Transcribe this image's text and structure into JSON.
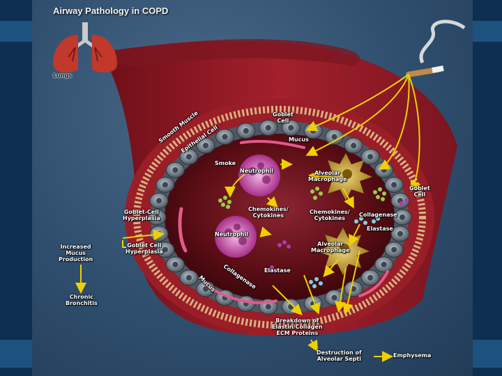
{
  "title": "Airway Pathology in COPD",
  "labels": {
    "lungs": "Lungs",
    "goblet_cell_top": "Goblet\nCell",
    "mucus_top": "Mucus",
    "smooth_muscle": "Smooth Muscle",
    "epithelial_cell": "Epithelial Cell",
    "smoke": "Smoke",
    "neutrophil_top": "Neutrophil",
    "alveolar_macrophage_top": "Alveolar\nMacrophage",
    "goblet_cell_right": "Goblet\nCell",
    "goblet_cell_hyperplasia_left": "Goblet-Cell\nHyperplasia",
    "chemokines_cytokines_left": "Chemokines/\nCytokines",
    "chemokines_cytokines_right": "Chemokines/\nCytokines",
    "collagenase_right": "Collagenase",
    "elastase_right": "Elastase",
    "neutrophil_mid": "Neutrophil",
    "increased_mucus_production": "Increased\nMucus\nProduction",
    "goblet_cell_hyperplasia_mid": "Goblet Cell\nHyperplasia",
    "alveolar_macrophage_mid": "Alveolar\nMacrophage",
    "collagenase_left": "Collagenase",
    "elastase_mid": "Elastase",
    "mucus_bottom": "Mucus",
    "chronic_bronchitis": "Chronic\nBronchitis",
    "breakdown_ecm": "Breakdown of\nElastin/Collagen\nECM Proteins",
    "destruction_alveolar_septi": "Destruction of\nAlveolar Septi",
    "emphysema": "Emphysema"
  },
  "colors": {
    "arrow": "#f0d000",
    "airway_outer": "#8e1a22",
    "lumen": "#5a0d14",
    "epithelium": "#6d7a86",
    "neutrophil": "#c9479b",
    "macrophage": "#c8a52a",
    "background": "#0c2f52"
  },
  "icons": {
    "lungs": "lungs-icon",
    "cigarette": "cigarette-icon"
  }
}
